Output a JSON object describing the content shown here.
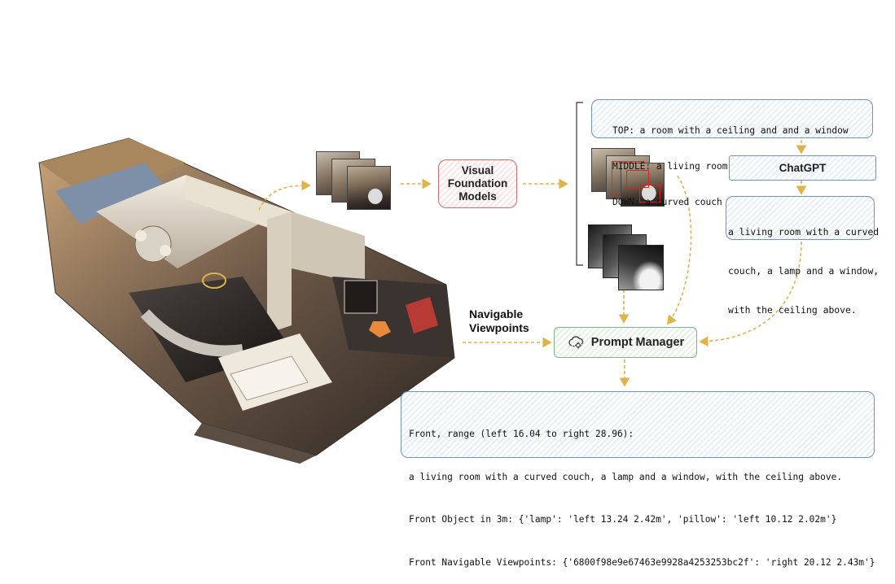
{
  "vfm_box": {
    "line1": "Visual",
    "line2": "Foundation",
    "line3": "Models"
  },
  "captions_box": {
    "top": "TOP: a room with a ceiling and and a window",
    "middle": "MIDDLE: a living room with a couch and a lamp",
    "down": "DOWN: a curved couch in a living room"
  },
  "chatgpt_box": {
    "label": "ChatGPT"
  },
  "summary_box": {
    "line1": "a living room with a curved",
    "line2": "couch, a lamp and a window,",
    "line3": "with the ceiling above."
  },
  "viewpoints_label": {
    "line1": "Navigable",
    "line2": "Viewpoints"
  },
  "prompt_manager": {
    "label": "Prompt Manager",
    "icon": "cloud-gear-icon"
  },
  "output_box": {
    "line1": "Front, range (left 16.04 to right 28.96):",
    "line2": "a living room with a curved couch, a lamp and a window, with the ceiling above.",
    "line3": "Front Object in 3m: {'lamp': 'left 13.24 2.42m', 'pillow': 'left 10.12 2.02m'}",
    "line4": "Front Navigable Viewpoints: {'6800f98e9e67463e9928a4253253bc2f': 'right 20.12 2.43m'}"
  },
  "colors": {
    "blue_border": "#6f93c4",
    "red_border": "#d96a6a",
    "green_border": "#7fb57f",
    "arrow": "#e0b24a"
  }
}
